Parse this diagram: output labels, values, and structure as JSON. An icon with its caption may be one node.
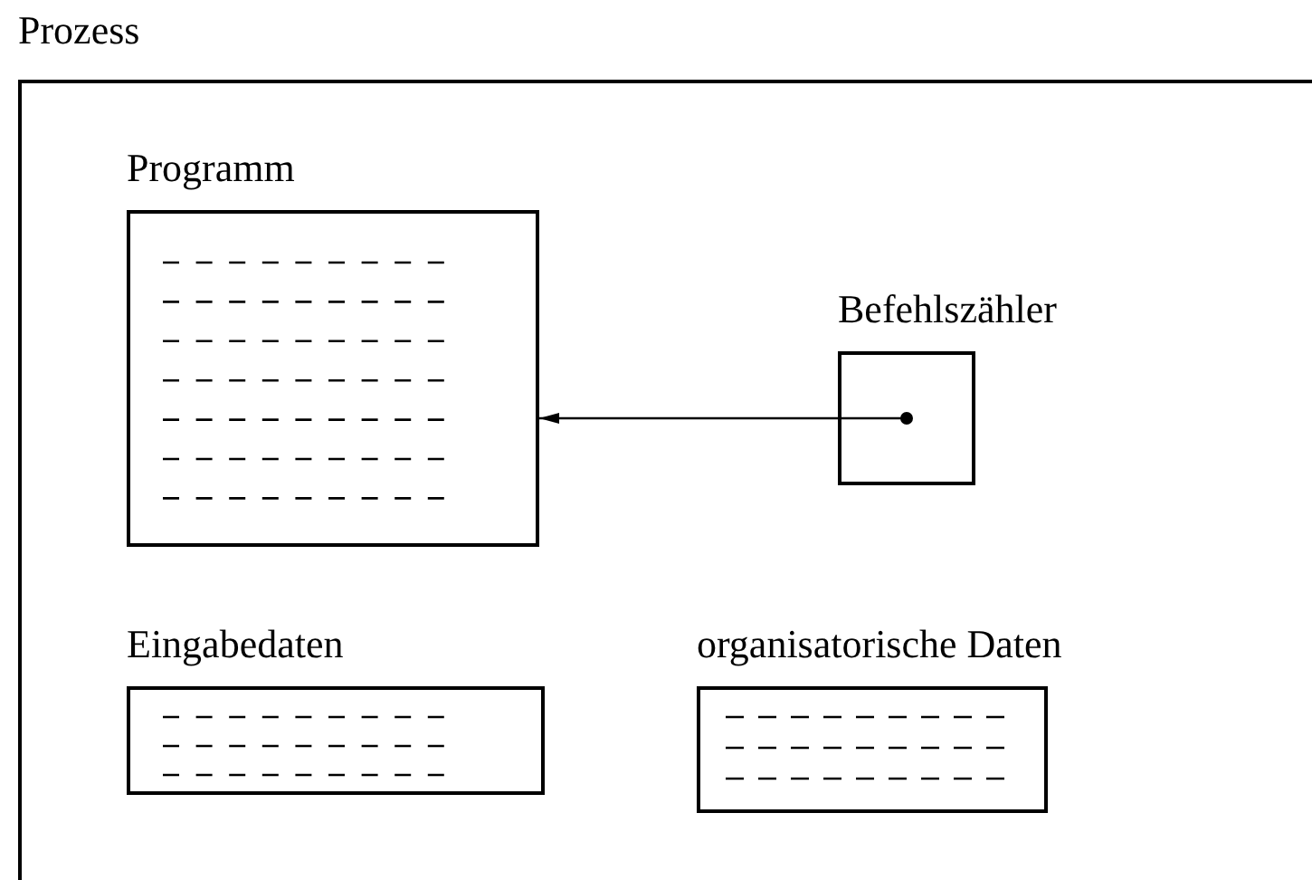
{
  "diagram": {
    "nodes": [
      {
        "text": [
          "Prozess"
        ]
      },
      {
        "text": [
          "Programm"
        ],
        "in": 0
      },
      {
        "text": [
          "Befehlszähler"
        ],
        "in": 0
      },
      {
        "text": [
          "Eingabedaten"
        ],
        "in": 0
      },
      {
        "text": [
          "organisatorische Daten"
        ],
        "in": 0
      }
    ],
    "edges": [
      {
        "from": 2,
        "to": 1,
        "arrow": "to"
      }
    ]
  }
}
